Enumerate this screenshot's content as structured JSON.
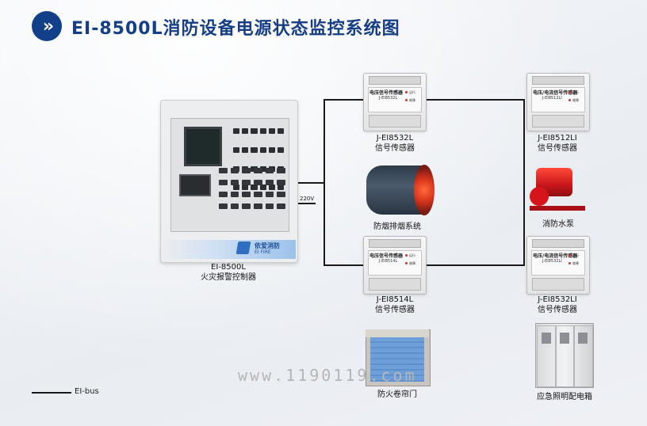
{
  "header": {
    "title": "EI-8500L消防设备电源状态监控系统图"
  },
  "controller": {
    "model": "EI-8500L",
    "name": "火灾报警控制器",
    "logo_cn": "依爱消防",
    "logo_en": "EI FIRE"
  },
  "power_label": "220V",
  "sensors": [
    {
      "module_name": "电压信号传感器",
      "module_model": "J-EI8532L",
      "caption_model": "J-EI8532L",
      "caption_type": "信号传感器"
    },
    {
      "module_name": "电压/电流信号传感器",
      "module_model": "J-EI8512LI",
      "caption_model": "J-EI8512LI",
      "caption_type": "信号传感器"
    },
    {
      "module_name": "电压信号传感器",
      "module_model": "J-EI8514L",
      "caption_model": "J-EI8514L",
      "caption_type": "信号传感器"
    },
    {
      "module_name": "电压/电流信号传感器",
      "module_model": "J-EI8532LI",
      "caption_model": "J-EI8532LI",
      "caption_type": "信号传感器"
    }
  ],
  "module_leds": {
    "run": "运行",
    "fault": "故障"
  },
  "equipment": {
    "smoke_exhaust": "防烟排烟系统",
    "fire_pump": "消防水泵",
    "shutter": "防火卷帘门",
    "lighting_box": "应急照明配电箱"
  },
  "watermark": "www.1190119.com",
  "legend": {
    "bus_label": "EI-bus"
  }
}
